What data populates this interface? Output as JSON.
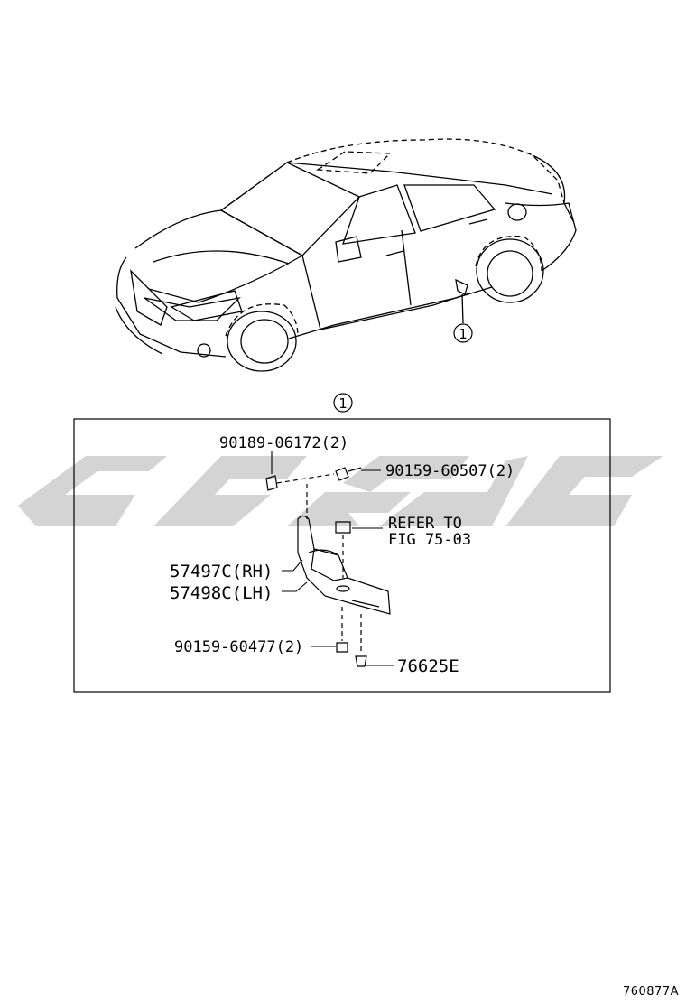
{
  "car_callout": "1",
  "detail_callout": "1",
  "parts": {
    "clip_top": "90189-06172(2)",
    "screw_top": "90159-60507(2)",
    "refer_line1": "REFER TO",
    "refer_line2": "FIG 75-03",
    "mudguard_rh": "57497C(RH)",
    "mudguard_lh": "57498C(LH)",
    "screw_bottom": "90159-60477(2)",
    "clip_bottom": "76625E"
  },
  "figure_id": "760877A",
  "colors": {
    "line": "#000000",
    "watermark": "#d3d3d3"
  }
}
